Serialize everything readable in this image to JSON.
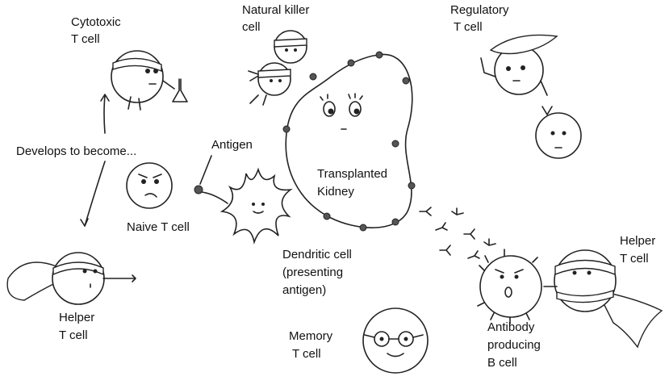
{
  "labels": {
    "cytotoxic": [
      "Cytotoxic",
      "T cell"
    ],
    "natural_killer": [
      "Natural killer",
      "cell"
    ],
    "regulatory": [
      "Regulatory",
      "T cell"
    ],
    "develops": "Develops to become...",
    "antigen": "Antigen",
    "kidney": [
      "Transplanted",
      "Kidney"
    ],
    "naive": "Naive T cell",
    "dendritic": [
      "Dendritic cell",
      "(presenting",
      "antigen)"
    ],
    "helper_left": [
      "Helper",
      "T cell"
    ],
    "memory": [
      "Memory",
      "T cell"
    ],
    "b_cell": [
      "Antibody",
      "producing",
      "B cell"
    ],
    "helper_right": [
      "Helper",
      "T cell"
    ]
  }
}
